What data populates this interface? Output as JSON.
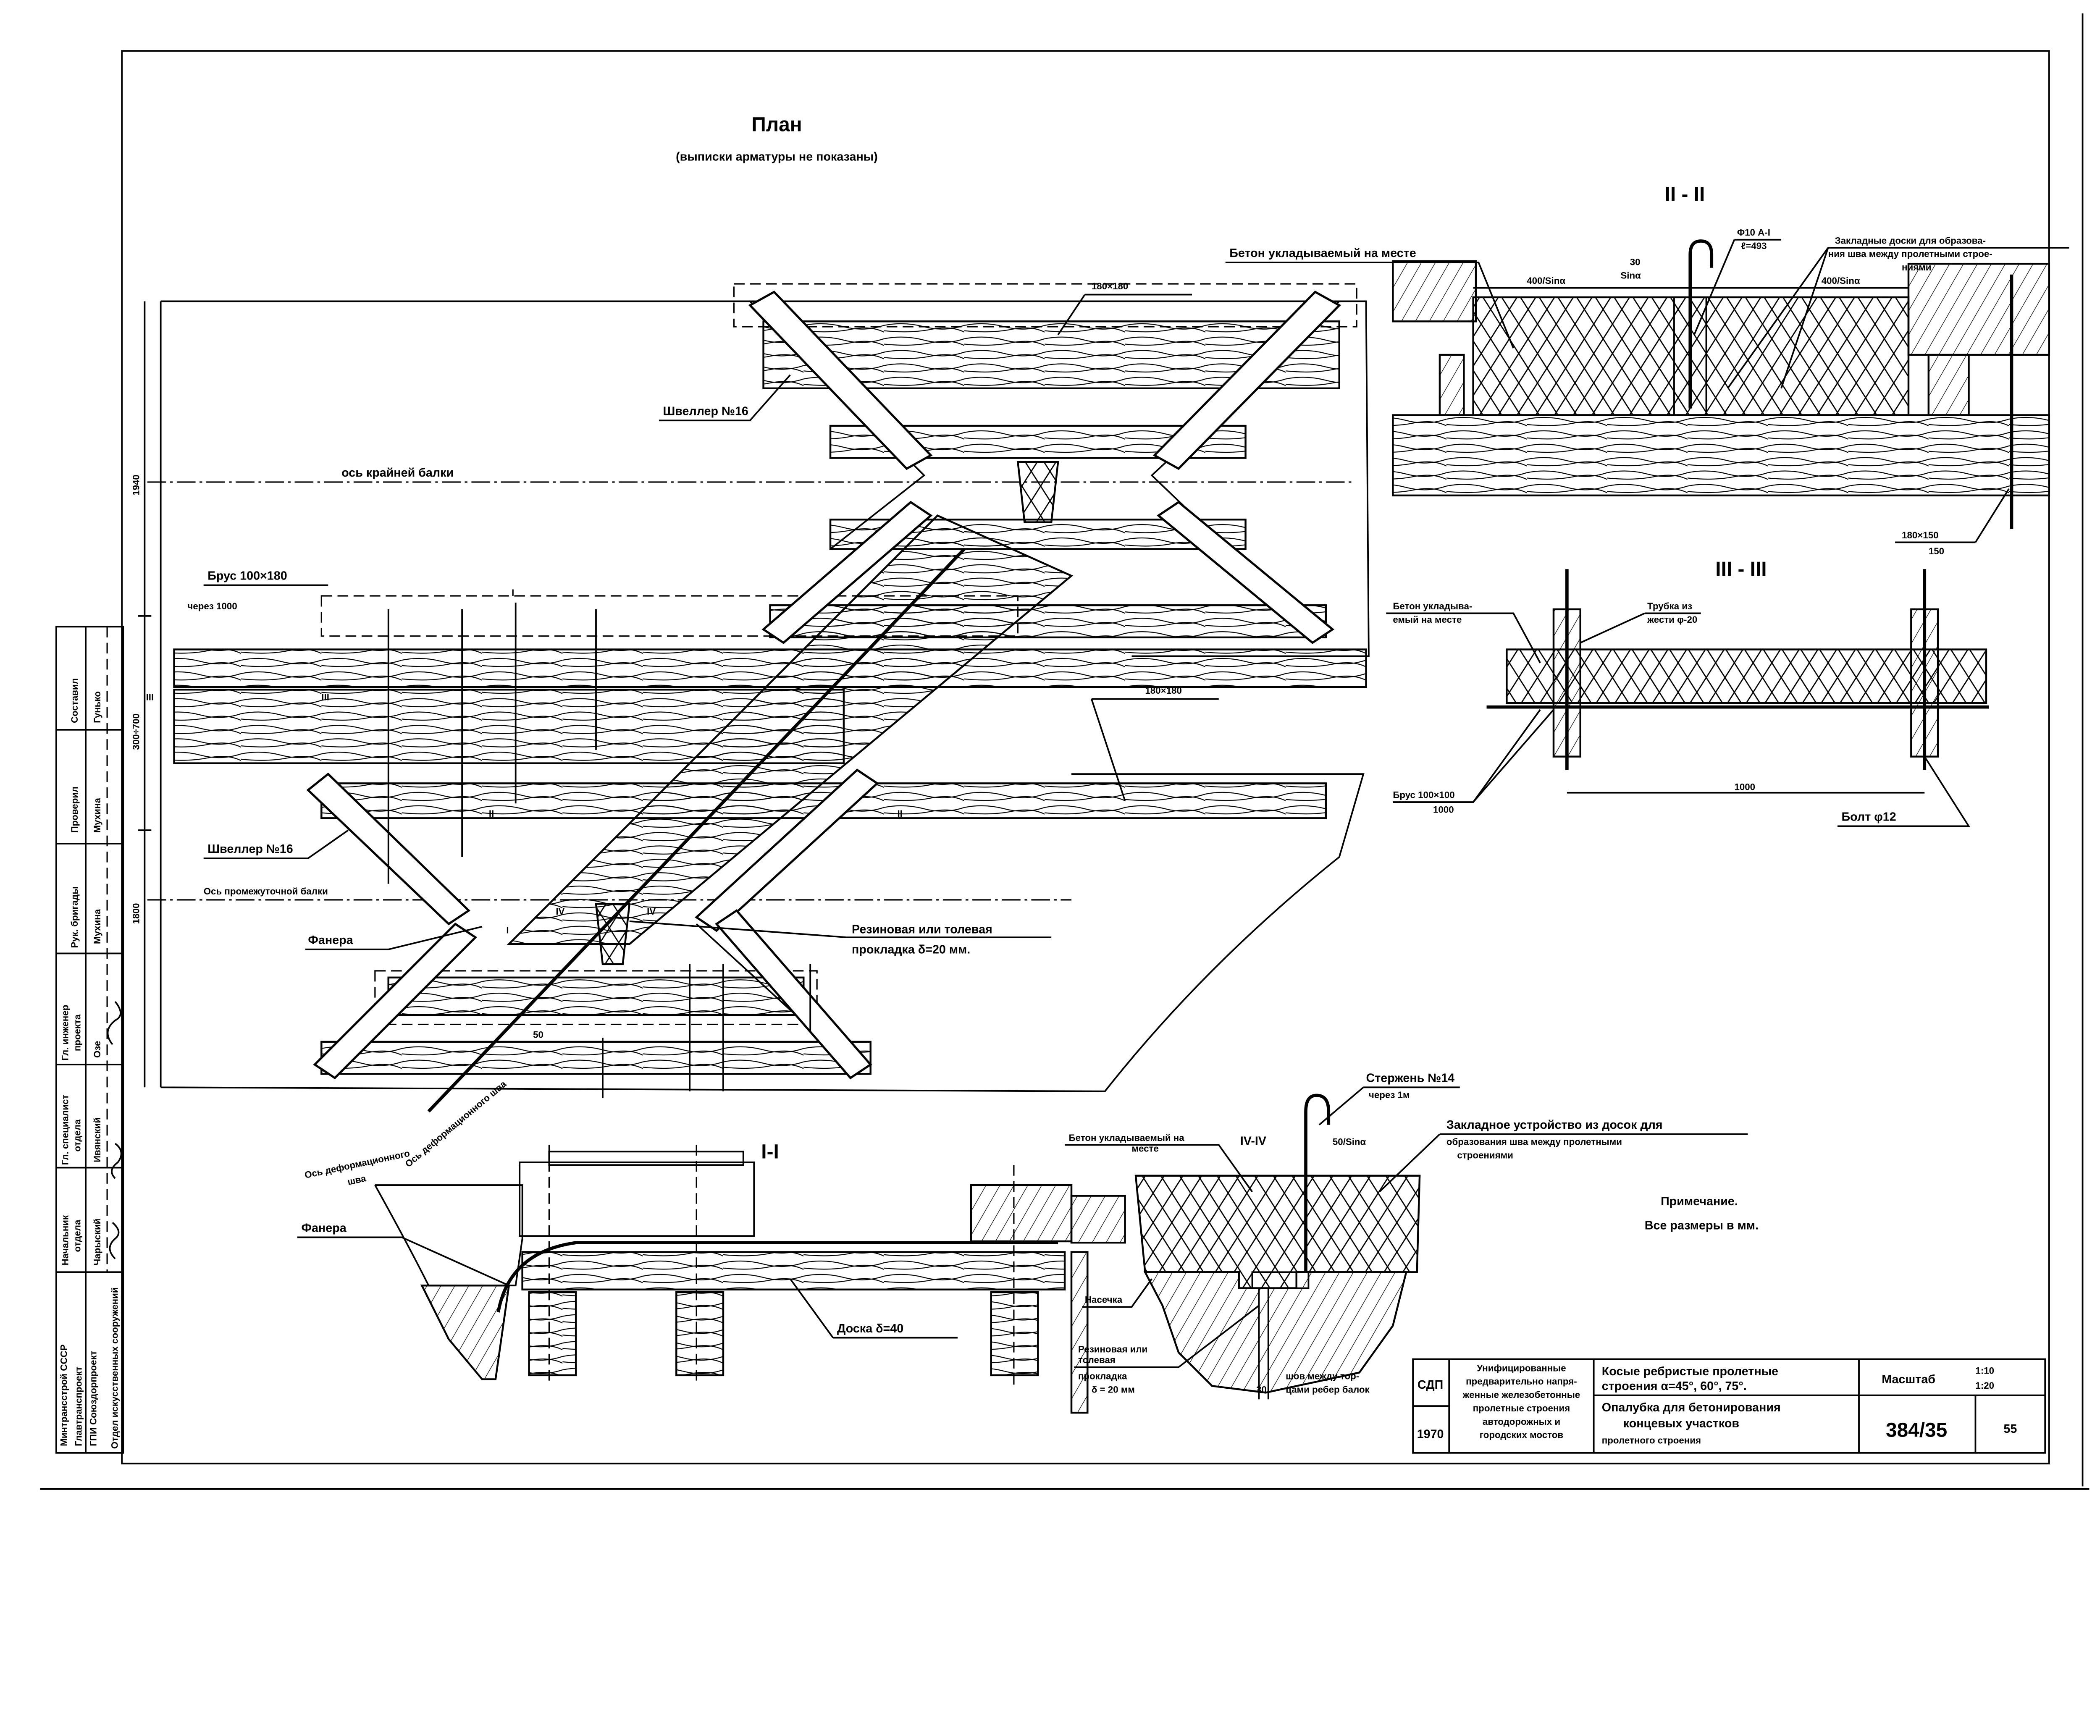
{
  "plan": {
    "title": "План",
    "subtitle": "(выписки арматуры не показаны)",
    "timber_top": "180×180",
    "timber_mid": "180×180",
    "channel_1": "Швеллер №16",
    "channel_2": "Швеллер №16",
    "outer_beam_axis": "ось крайней балки",
    "inner_beam_axis": "Ось промежуточной балки",
    "bar": "Брус 100×180",
    "bar_spacing": "через 1000",
    "dim_1940": "1940",
    "dim_300_700": "300÷700",
    "dim_1800": "1800",
    "plywood": "Фанера",
    "pad_line1": "Резиновая или толевая",
    "pad_line2": "прокладка δ=20 мм.",
    "dim_50": "50",
    "joint_axis": "Ось деформационного шва",
    "marks": {
      "I": "I",
      "II": "II",
      "III": "III",
      "IV": "IV"
    }
  },
  "section_2": {
    "title": "II - II",
    "concrete": "Бетон укладываемый на месте",
    "dim_left": "400/Sinα",
    "dim_right": "400/Sinα",
    "dim_30_top": "30",
    "dim_30_bottom": "Sinα",
    "rebar_top": "Φ10 A-I",
    "rebar_bottom": "ℓ=493",
    "boards_line1": "Закладные доски для образова-",
    "boards_line2": "ния шва между пролетными строе-",
    "boards_line3": "ниями",
    "timber_top": "180×150",
    "timber_bottom": "150"
  },
  "section_3": {
    "title": "III - III",
    "concrete_line1": "Бетон укладыва-",
    "concrete_line2": "емый на месте",
    "tube_line1": "Трубка из",
    "tube_line2": "жести φ-20",
    "bar_top": "Брус 100×100",
    "bar_bottom": "1000",
    "dim_1000": "1000",
    "bolt": "Болт φ12"
  },
  "section_1": {
    "title": "I-I",
    "joint_axis_line1": "Ось деформационного",
    "joint_axis_line2": "шва",
    "plywood": "Фанера",
    "board": "Доска δ=40"
  },
  "section_4": {
    "title": "IV-IV",
    "rod_line1": "Стержень №14",
    "rod_line2": "через 1м",
    "concrete_line1": "Бетон укладываемый на",
    "concrete_line2": "месте",
    "dim_50": "50/Sinα",
    "device_line1": "Закладное устройство из досок для",
    "device_line2": "образования шва между пролетными",
    "device_line3": "строениями",
    "notch": "Насечка",
    "pad_line1": "Резиновая или",
    "pad_line2": "толевая",
    "pad_line3": "прокладка",
    "pad_line4": "δ = 20 мм",
    "dim_30": "30",
    "seam_line1": "шов между тор-",
    "seam_line2": "цами ребер балок"
  },
  "note": {
    "title": "Примечание.",
    "text": "Все размеры в мм."
  },
  "title_block": {
    "org": "СДП",
    "year": "1970",
    "series_lines": [
      "Унифицированные",
      "предварительно напря-",
      "женные железобетонные",
      "пролетные строения",
      "автодорожных и",
      "городских мостов"
    ],
    "subject_lines": [
      "Косые ребристые пролетные",
      "строения α=45°, 60°, 75°."
    ],
    "sheet_lines": [
      "Опалубка для бетонирования",
      "концевых участков",
      "пролетного строения"
    ],
    "scale_label": "Масштаб",
    "scale_1": "1:10",
    "scale_2": "1:20",
    "drawing_no": "384/35",
    "sheet_no": "55"
  },
  "stamp": {
    "org_lines": [
      "Минтрансстрой СССР",
      "Главтранспроект",
      "ГПИ Союздорпроект",
      "Отдел искусственных сооружений"
    ],
    "rows": [
      {
        "role": "Составил",
        "role2": "",
        "name": "Гунько"
      },
      {
        "role": "Проверил",
        "role2": "",
        "name": "Мухина"
      },
      {
        "role": "Рук. бригады",
        "role2": "",
        "name": "Мухина"
      },
      {
        "role": "Гл. инженер",
        "role2": "проекта",
        "name": "Озе"
      },
      {
        "role": "Гл. специалист",
        "role2": "отдела",
        "name": "Ивянский"
      },
      {
        "role": "Начальник",
        "role2": "отдела",
        "name": "Чарыский"
      }
    ]
  }
}
